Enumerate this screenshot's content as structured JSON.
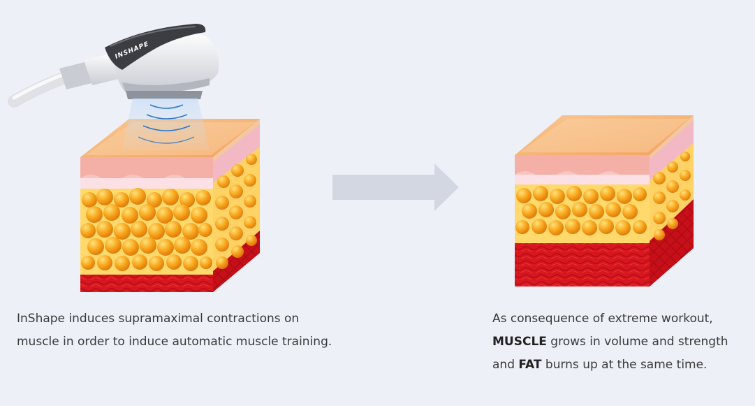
{
  "device": {
    "logo_text": "INSHAPE"
  },
  "captions": {
    "left": {
      "line1": "InShape induces supramaximal contractions on",
      "line2": "muscle in order to induce automatic muscle training."
    },
    "right": {
      "line1": "As consequence of extreme workout,",
      "muscle_word": "MUSCLE",
      "line2_rest": " grows in volume and strength",
      "and_word": "and ",
      "fat_word": "FAT",
      "line3_rest": " burns up at the same time."
    }
  },
  "colors": {
    "background": "#eef0f8",
    "skin_top": "#f7b577",
    "skin_layer": "#f6c6c0",
    "fat_cell": "#f5a41c",
    "fat_background": "#ffd96b",
    "muscle": "#d8161f",
    "arrow": "#d3d7e2"
  }
}
